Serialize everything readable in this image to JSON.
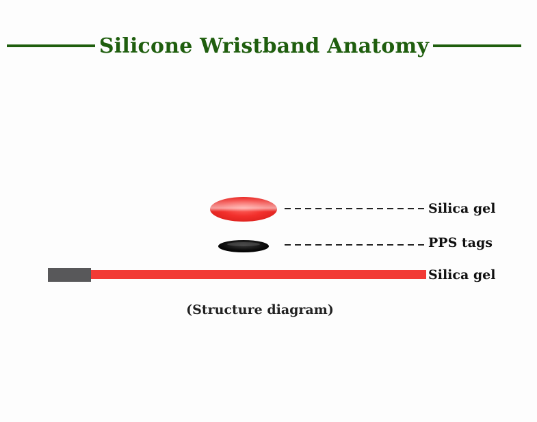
{
  "title": "Silicone Wristband Anatomy",
  "parts": [
    {
      "label": "Silica gel"
    },
    {
      "label": "PPS tags"
    },
    {
      "label": "Silica gel"
    }
  ],
  "caption": "(Structure diagram)",
  "colors": {
    "title": "#1f5e0e",
    "silica_gel": "#f23a35",
    "pps_tags": "#111111",
    "clasp": "#58585a",
    "leader_line": "#222222"
  }
}
